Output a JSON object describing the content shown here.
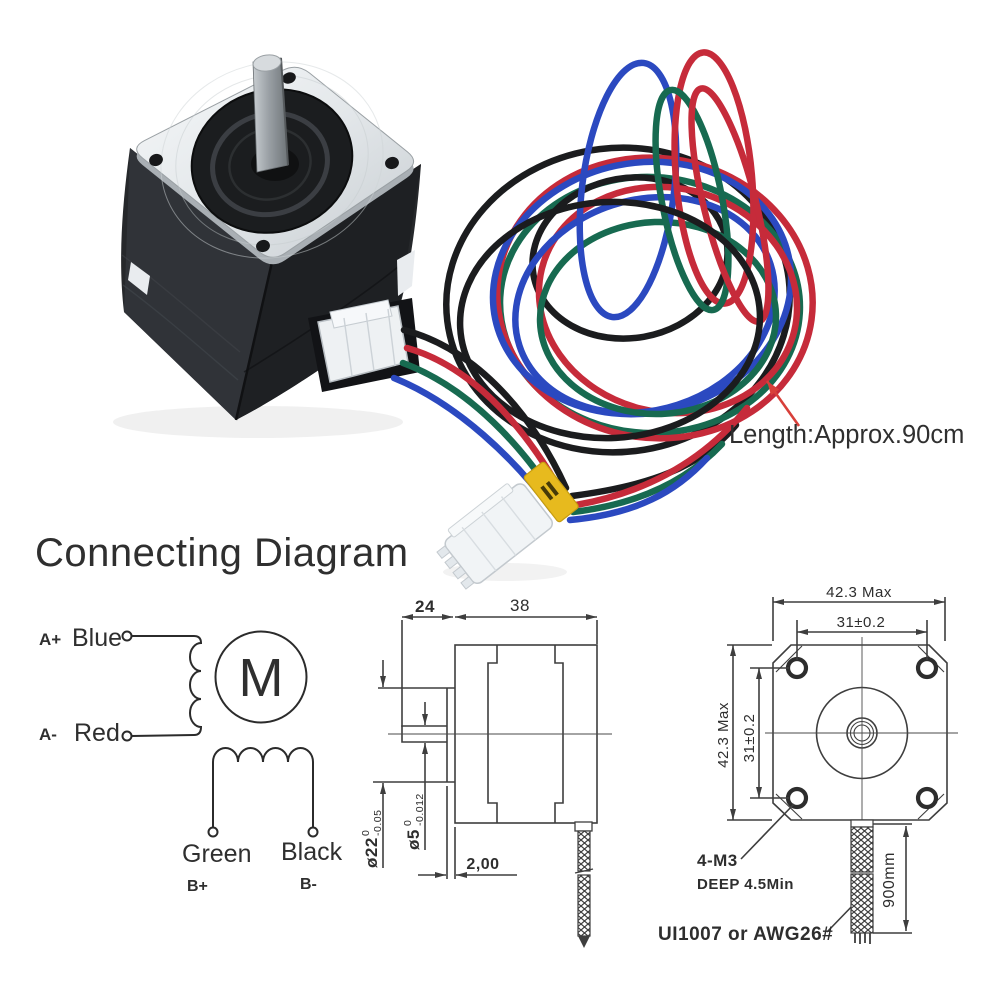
{
  "photo": {
    "length_note": "Length:Approx.90cm",
    "arrow_color": "#d8403a",
    "wire_colors": {
      "black": "#1b1c1e",
      "red": "#c62b3a",
      "blue": "#2b49c0",
      "green": "#176a50"
    },
    "motor": {
      "plate_color": "#e9edef",
      "body_color": "#26282b",
      "connector_color": "#eef1f3",
      "band_color": "#e7ba1e"
    }
  },
  "title": "Connecting Diagram",
  "wiring": {
    "a_plus": "A+",
    "a_plus_wire": "Blue",
    "a_minus": "A-",
    "a_minus_wire": "Red",
    "motor_symbol": "M",
    "b_plus": "B+",
    "b_plus_wire": "Green",
    "b_minus": "B-",
    "b_minus_wire": "Black",
    "label_colors": {
      "blue": "#2336c8",
      "red": "#c5211b",
      "green": "#2db52d",
      "black": "#232323"
    }
  },
  "side_view": {
    "shaft_length": "24",
    "body_depth": "38",
    "boss_protrusion": "2,00",
    "pilot_dia": {
      "main": "ø22",
      "tol_upper": "0",
      "tol_lower": "-0.05"
    },
    "shaft_dia": {
      "main": "ø5",
      "tol_upper": "0",
      "tol_lower": "-0.012"
    }
  },
  "front_view": {
    "width_max": "42.3 Max",
    "hole_pitch_h": "31±0.2",
    "height_max": "42.3 Max",
    "hole_pitch_v": "31±0.2",
    "mount_thread": "4-M3",
    "thread_depth": "DEEP 4.5Min",
    "lead_wire": "UI1007 or AWG26#",
    "cable_length": "900mm"
  }
}
